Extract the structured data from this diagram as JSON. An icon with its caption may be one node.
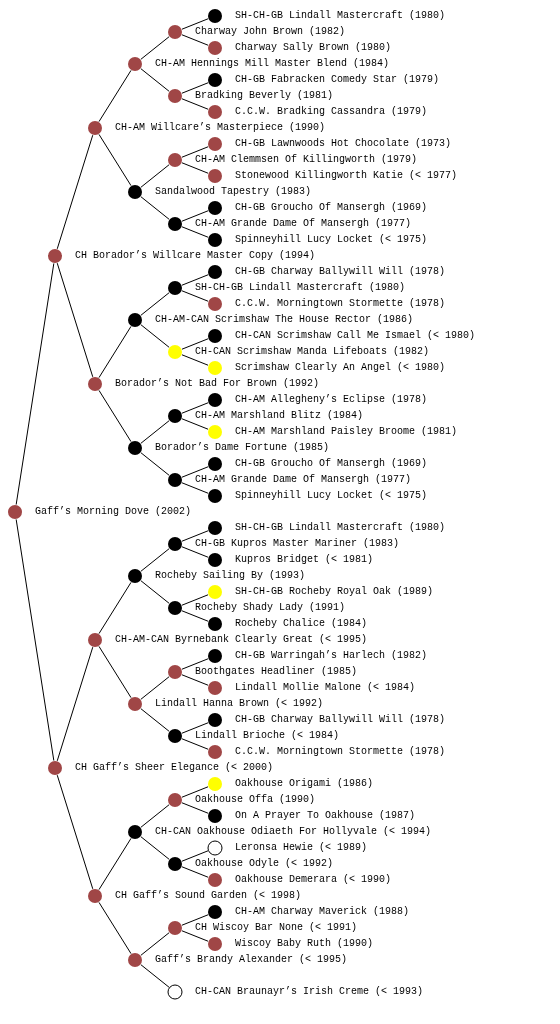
{
  "diagram": {
    "nodes": [
      {
        "text": [
          "SH-CH-GB Lindall Mastercraft (1980)"
        ]
      },
      {
        "text": [
          "Charway John Brown (1982)"
        ]
      },
      {
        "text": [
          "Charway Sally Brown (1980)"
        ]
      },
      {
        "text": [
          "CH-AM Hennings Mill Master Blend (1984)"
        ]
      },
      {
        "text": [
          "CH-GB Fabracken Comedy Star (1979)"
        ]
      },
      {
        "text": [
          "Bradking Beverly (1981)"
        ]
      },
      {
        "text": [
          "C.C.W. Bradking Cassandra (1979)"
        ]
      },
      {
        "text": [
          "CH-AM Willcare’s Masterpiece (1990)"
        ]
      },
      {
        "text": [
          "CH-GB Lawnwoods Hot Chocolate (1973)"
        ]
      },
      {
        "text": [
          "CH-AM Clemmsen Of Killingworth (1979)"
        ]
      },
      {
        "text": [
          "Stonewood Killingworth Katie (< 1977)"
        ]
      },
      {
        "text": [
          "Sandalwood Tapestry (1983)"
        ]
      },
      {
        "text": [
          "CH-GB Groucho Of Mansergh (1969)"
        ]
      },
      {
        "text": [
          "CH-AM Grande Dame Of Mansergh (1977)"
        ]
      },
      {
        "text": [
          "Spinneyhill Lucy Locket (< 1975)"
        ]
      },
      {
        "text": [
          "CH Borador’s Willcare Master Copy (1994)"
        ]
      },
      {
        "text": [
          "CH-GB Charway Ballywill Will (1978)"
        ]
      },
      {
        "text": [
          "SH-CH-GB Lindall Mastercraft (1980)"
        ]
      },
      {
        "text": [
          "C.C.W. Morningtown Stormette (1978)"
        ]
      },
      {
        "text": [
          "CH-AM-CAN Scrimshaw The House Rector (1986)"
        ]
      },
      {
        "text": [
          "CH-CAN Scrimshaw Call Me Ismael (< 1980)"
        ]
      },
      {
        "text": [
          "CH-CAN Scrimshaw Manda Lifeboats (1982)"
        ]
      },
      {
        "text": [
          "Scrimshaw Clearly An Angel (< 1980)"
        ]
      },
      {
        "text": [
          "Borador’s Not Bad For Brown (1992)"
        ]
      },
      {
        "text": [
          "CH-AM Allegheny’s Eclipse (1978)"
        ]
      },
      {
        "text": [
          "CH-AM Marshland Blitz (1984)"
        ]
      },
      {
        "text": [
          "CH-AM Marshland Paisley Broome (1981)"
        ]
      },
      {
        "text": [
          "Borador’s Dame Fortune (1985)"
        ]
      },
      {
        "text": [
          "CH-GB Groucho Of Mansergh (1969)"
        ]
      },
      {
        "text": [
          "CH-AM Grande Dame Of Mansergh (1977)"
        ]
      },
      {
        "text": [
          "Spinneyhill Lucy Locket (< 1975)"
        ]
      },
      {
        "text": [
          "Gaff’s Morning Dove (2002)"
        ]
      },
      {
        "text": [
          "SH-CH-GB Lindall Mastercraft (1980)"
        ]
      },
      {
        "text": [
          "CH-GB Kupros Master Mariner (1983)"
        ]
      },
      {
        "text": [
          "Kupros Bridget (< 1981)"
        ]
      },
      {
        "text": [
          "Rocheby Sailing By (1993)"
        ]
      },
      {
        "text": [
          "SH-CH-GB Rocheby Royal Oak (1989)"
        ]
      },
      {
        "text": [
          "Rocheby Shady Lady (1991)"
        ]
      },
      {
        "text": [
          "Rocheby Chalice (1984)"
        ]
      },
      {
        "text": [
          "CH-AM-CAN Byrnebank Clearly Great (< 1995)"
        ]
      },
      {
        "text": [
          "CH-GB Warringah’s Harlech (1982)"
        ]
      },
      {
        "text": [
          "Boothgates Headliner (1985)"
        ]
      },
      {
        "text": [
          "Lindall Mollie Malone (< 1984)"
        ]
      },
      {
        "text": [
          "Lindall Hanna Brown (< 1992)"
        ]
      },
      {
        "text": [
          "CH-GB Charway Ballywill Will (1978)"
        ]
      },
      {
        "text": [
          "Lindall Brioche (< 1984)"
        ]
      },
      {
        "text": [
          "C.C.W. Morningtown Stormette (1978)"
        ]
      },
      {
        "text": [
          "CH Gaff’s Sheer Elegance (< 2000)"
        ]
      },
      {
        "text": [
          "Oakhouse Origami (1986)"
        ]
      },
      {
        "text": [
          "Oakhouse Offa (1990)"
        ]
      },
      {
        "text": [
          "On A Prayer To Oakhouse (1987)"
        ]
      },
      {
        "text": [
          "CH-CAN Oakhouse Odiaeth For Hollyvale (< 1994)"
        ]
      },
      {
        "text": [
          "Leronsa Hewie (< 1989)"
        ]
      },
      {
        "text": [
          "Oakhouse Odyle (< 1992)"
        ]
      },
      {
        "text": [
          "Oakhouse Demerara (< 1990)"
        ]
      },
      {
        "text": [
          "CH Gaff’s Sound Garden (< 1998)"
        ]
      },
      {
        "text": [
          "CH-AM Charway Maverick (1988)"
        ]
      },
      {
        "text": [
          "CH Wiscoy Bar None (< 1991)"
        ]
      },
      {
        "text": [
          "Wiscoy Baby Ruth (1990)"
        ]
      },
      {
        "text": [
          "Gaff’s Brandy Alexander (< 1995)"
        ]
      },
      {
        "text": [
          "CH-CAN Braunayr’s Irish Creme (< 1993)"
        ]
      }
    ],
    "edges": [
      {
        "from": 31,
        "to": 15,
        "arrow": "none"
      },
      {
        "from": 31,
        "to": 47,
        "arrow": "none"
      },
      {
        "from": 15,
        "to": 7,
        "arrow": "none"
      },
      {
        "from": 15,
        "to": 23,
        "arrow": "none"
      },
      {
        "from": 47,
        "to": 39,
        "arrow": "none"
      },
      {
        "from": 47,
        "to": 55,
        "arrow": "none"
      },
      {
        "from": 7,
        "to": 3,
        "arrow": "none"
      },
      {
        "from": 7,
        "to": 11,
        "arrow": "none"
      },
      {
        "from": 23,
        "to": 19,
        "arrow": "none"
      },
      {
        "from": 23,
        "to": 27,
        "arrow": "none"
      },
      {
        "from": 39,
        "to": 35,
        "arrow": "none"
      },
      {
        "from": 39,
        "to": 43,
        "arrow": "none"
      },
      {
        "from": 55,
        "to": 51,
        "arrow": "none"
      },
      {
        "from": 55,
        "to": 59,
        "arrow": "none"
      },
      {
        "from": 3,
        "to": 1,
        "arrow": "none"
      },
      {
        "from": 3,
        "to": 5,
        "arrow": "none"
      },
      {
        "from": 11,
        "to": 9,
        "arrow": "none"
      },
      {
        "from": 11,
        "to": 13,
        "arrow": "none"
      },
      {
        "from": 19,
        "to": 17,
        "arrow": "none"
      },
      {
        "from": 19,
        "to": 21,
        "arrow": "none"
      },
      {
        "from": 27,
        "to": 25,
        "arrow": "none"
      },
      {
        "from": 27,
        "to": 29,
        "arrow": "none"
      },
      {
        "from": 35,
        "to": 33,
        "arrow": "none"
      },
      {
        "from": 35,
        "to": 37,
        "arrow": "none"
      },
      {
        "from": 43,
        "to": 41,
        "arrow": "none"
      },
      {
        "from": 43,
        "to": 45,
        "arrow": "none"
      },
      {
        "from": 51,
        "to": 49,
        "arrow": "none"
      },
      {
        "from": 51,
        "to": 53,
        "arrow": "none"
      },
      {
        "from": 59,
        "to": 57,
        "arrow": "none"
      },
      {
        "from": 59,
        "to": 60,
        "arrow": "none"
      },
      {
        "from": 1,
        "to": 0,
        "arrow": "none"
      },
      {
        "from": 1,
        "to": 2,
        "arrow": "none"
      },
      {
        "from": 5,
        "to": 4,
        "arrow": "none"
      },
      {
        "from": 5,
        "to": 6,
        "arrow": "none"
      },
      {
        "from": 9,
        "to": 8,
        "arrow": "none"
      },
      {
        "from": 9,
        "to": 10,
        "arrow": "none"
      },
      {
        "from": 13,
        "to": 12,
        "arrow": "none"
      },
      {
        "from": 13,
        "to": 14,
        "arrow": "none"
      },
      {
        "from": 17,
        "to": 16,
        "arrow": "none"
      },
      {
        "from": 17,
        "to": 18,
        "arrow": "none"
      },
      {
        "from": 21,
        "to": 20,
        "arrow": "none"
      },
      {
        "from": 21,
        "to": 22,
        "arrow": "none"
      },
      {
        "from": 25,
        "to": 24,
        "arrow": "none"
      },
      {
        "from": 25,
        "to": 26,
        "arrow": "none"
      },
      {
        "from": 29,
        "to": 28,
        "arrow": "none"
      },
      {
        "from": 29,
        "to": 30,
        "arrow": "none"
      },
      {
        "from": 33,
        "to": 32,
        "arrow": "none"
      },
      {
        "from": 33,
        "to": 34,
        "arrow": "none"
      },
      {
        "from": 37,
        "to": 36,
        "arrow": "none"
      },
      {
        "from": 37,
        "to": 38,
        "arrow": "none"
      },
      {
        "from": 41,
        "to": 40,
        "arrow": "none"
      },
      {
        "from": 41,
        "to": 42,
        "arrow": "none"
      },
      {
        "from": 45,
        "to": 44,
        "arrow": "none"
      },
      {
        "from": 45,
        "to": 46,
        "arrow": "none"
      },
      {
        "from": 49,
        "to": 48,
        "arrow": "none"
      },
      {
        "from": 49,
        "to": 50,
        "arrow": "none"
      },
      {
        "from": 53,
        "to": 52,
        "arrow": "none"
      },
      {
        "from": 53,
        "to": 54,
        "arrow": "none"
      },
      {
        "from": 57,
        "to": 56,
        "arrow": "none"
      },
      {
        "from": 57,
        "to": 58,
        "arrow": "none"
      }
    ]
  }
}
